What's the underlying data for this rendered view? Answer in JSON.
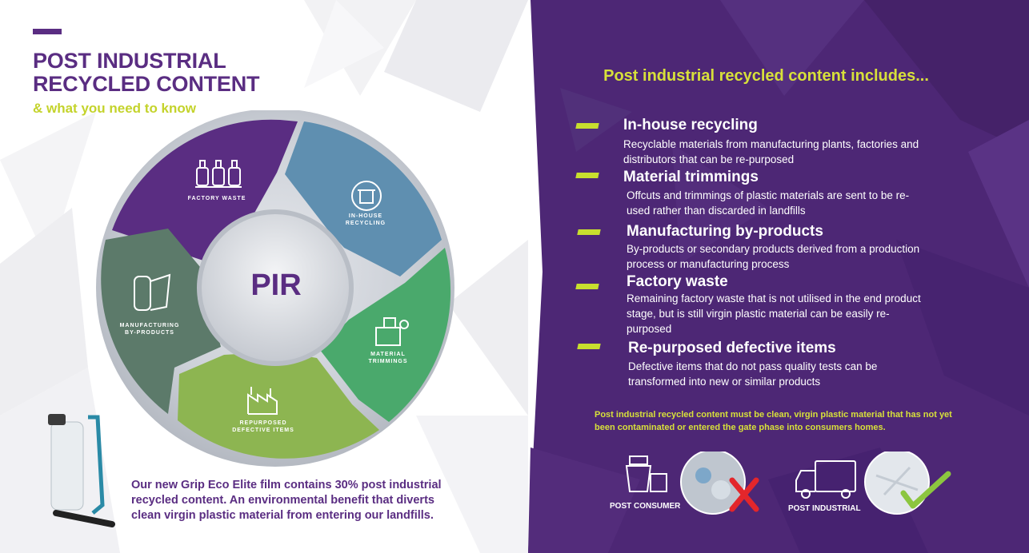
{
  "left": {
    "title": "POST INDUSTRIAL RECYCLED CONTENT",
    "subtitle": "& what you need to know",
    "wheel": {
      "center_label": "PIR",
      "segments": [
        {
          "label": "FACTORY WASTE",
          "icon": "bottles-icon",
          "color": "#5a2d82"
        },
        {
          "label": "IN-HOUSE\nRECYCLING",
          "icon": "recycle-bin-icon",
          "color": "#5f8fb0"
        },
        {
          "label": "MATERIAL\nTRIMMINGS",
          "icon": "machine-icon",
          "color": "#4aa96c"
        },
        {
          "label": "REPURPOSED\nDEFECTIVE ITEMS",
          "icon": "factory-icon",
          "color": "#8db551"
        },
        {
          "label": "MANUFACTURING\nBY-PRODUCTS",
          "icon": "film-roll-icon",
          "color": "#5c7a6a"
        }
      ]
    },
    "product_note": "Our new Grip Eco Elite film contains 30% post industrial recycled content. An environmental benefit that diverts clean virgin plastic material from entering our landfills."
  },
  "right": {
    "heading": "Post industrial recycled content includes...",
    "items": [
      {
        "title": "In-house recycling",
        "desc": "Recyclable materials from manufacturing plants, factories and distributors that can be re-purposed"
      },
      {
        "title": "Material trimmings",
        "desc": "Offcuts and trimmings of plastic materials are sent to be re-used rather than discarded in landfills"
      },
      {
        "title": "Manufacturing by-products",
        "desc": "By-products or secondary products derived from a production process or manufacturing process"
      },
      {
        "title": "Factory waste",
        "desc": "Remaining factory waste that is not utilised in the end product stage, but is still virgin plastic material can be easily re-purposed"
      },
      {
        "title": "Re-purposed defective items",
        "desc": "Defective items that do not pass quality tests can be transformed into new or similar products"
      }
    ],
    "note": "Post industrial recycled content must be clean, virgin plastic material that has not yet been contaminated or entered the gate phase into consumers homes.",
    "comparison": [
      {
        "caption": "POST CONSUMER",
        "icon": "bin-icon",
        "mark": "cross-icon",
        "mark_color": "#e3262b"
      },
      {
        "caption": "POST INDUSTRIAL",
        "icon": "truck-icon",
        "mark": "check-icon",
        "mark_color": "#8cc63f"
      }
    ]
  },
  "colors": {
    "purple": "#5a2d82",
    "lime": "#c8df2e",
    "right_bg": "#4a2673"
  }
}
